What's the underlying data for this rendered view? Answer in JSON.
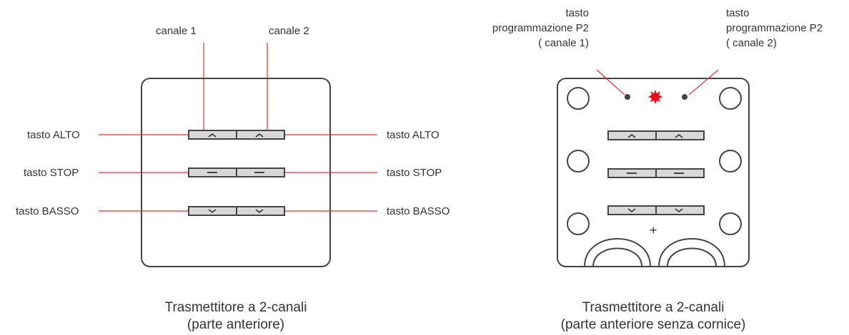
{
  "left": {
    "channel1_label": "canale 1",
    "channel2_label": "canale 2",
    "up_label": "tasto ALTO",
    "stop_label": "tasto STOP",
    "down_label": "tasto BASSO",
    "caption_line1": "Trasmettitore a 2-canali",
    "caption_line2": "(parte anteriore)"
  },
  "right": {
    "p2_ch1_line1": "tasto",
    "p2_ch1_line2": "programmazione P2",
    "p2_ch1_line3": "( canale 1)",
    "p2_ch2_line1": "tasto",
    "p2_ch2_line2": "programmazione P2",
    "p2_ch2_line3": "( canale 2)",
    "plus_symbol": "+",
    "caption_line1": "Trasmettitore a 2-canali",
    "caption_line2": "(parte anteriore senza cornice)"
  },
  "colors": {
    "leader_line": "#e0303a",
    "led": "#e8101c",
    "outline": "#444444",
    "button_fill": "#d8d8d8"
  },
  "icons": [
    "chevron-up-icon",
    "minus-icon",
    "chevron-down-icon",
    "led-burst-icon"
  ]
}
